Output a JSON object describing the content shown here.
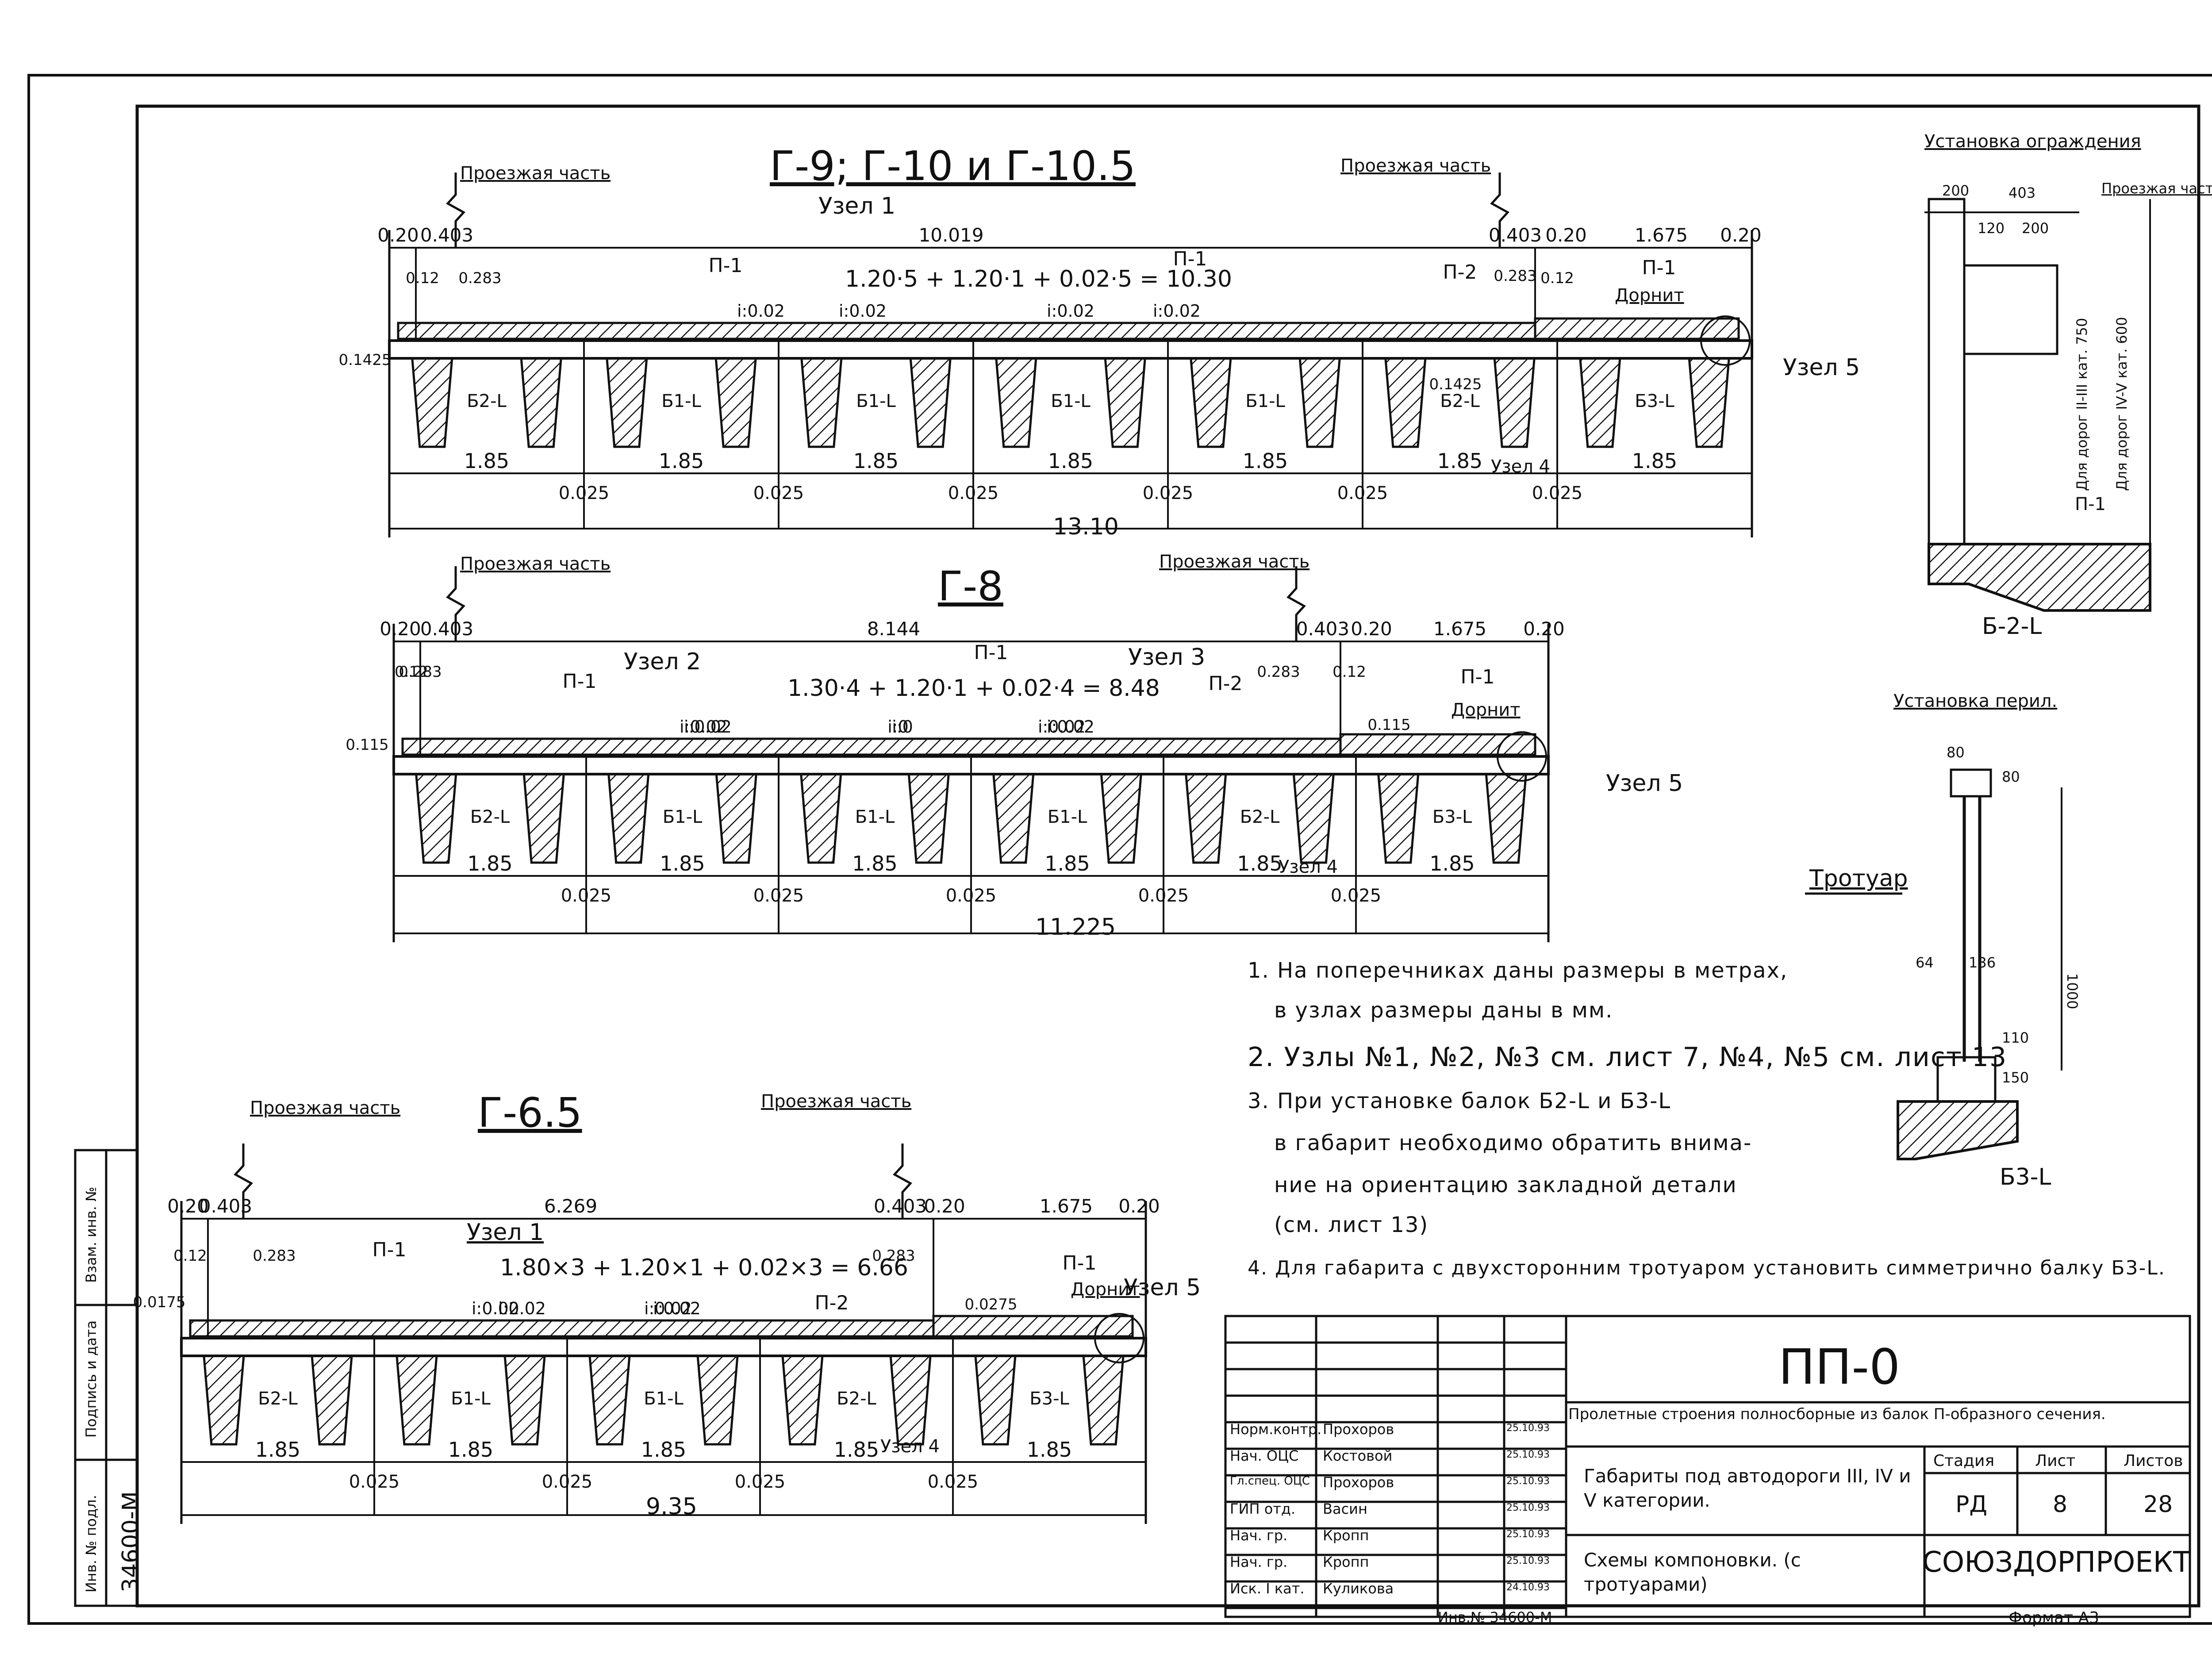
{
  "drawing_sheet": {
    "title_block": {
      "code": "ПП-0",
      "description": "Пролетные строения полносборные из балок П-образного сечения.",
      "subject": "Габариты под автодороги III, IV и V категории.",
      "sheet_title": "Схемы компоновки. (с тротуарами)",
      "stage_header": "Стадия",
      "sheet_header": "Лист",
      "sheets_header": "Листов",
      "stage_value": "РД",
      "sheet_value": "8",
      "sheets_value": "28",
      "company": "СОЮЗДОРПРОЕКТ",
      "format": "Формат А3",
      "archive_number": "Инв.№ 34600-М",
      "signatures": [
        {
          "role": "Норм.контр.",
          "name": "Прохоров",
          "date": "25.10.93"
        },
        {
          "role": "Нач. ОЦС",
          "name": "Костовой",
          "date": "25.10.93"
        },
        {
          "role": "Гл.спец. ОЦС",
          "name": "Прохоров",
          "date": "25.10.93"
        },
        {
          "role": "ГИП отд.",
          "name": "Васин",
          "date": "25.10.93"
        },
        {
          "role": "Нач. гр.",
          "name": "Кропп",
          "date": "25.10.93"
        },
        {
          "role": "Нач. гр.",
          "name": "Кропп",
          "date": "25.10.93"
        },
        {
          "role": "Иск. I кат.",
          "name": "Куликова",
          "date": "24.10.93"
        }
      ]
    },
    "side_stamp": {
      "inv_no_original": "Инв. № подл.",
      "signature_date": "Подпись и дата",
      "replaces_inv": "Взам. инв. №",
      "number": "34600-М"
    },
    "section_g9": {
      "title": "Г-9; Г-10 и Г-10.5",
      "roadway_left": "Проезжая часть",
      "roadway_right": "Проезжая часть",
      "node1": "Узел 1",
      "node4": "Узел 4",
      "node5": "Узел 5",
      "top_dims": [
        "0.20",
        "0.403",
        "10.019",
        "0.403",
        "0.20",
        "1.675",
        "0.20"
      ],
      "formula": "1.20·5 + 1.20·1 + 0.02·5 = 10.30",
      "slope_labels": [
        "i:0.02",
        "i:0.02",
        "i:0.02",
        "i:0.02"
      ],
      "plate_labels": [
        "П-1",
        "П-1",
        "П-2",
        "П-1"
      ],
      "curb_label": "Дорнит",
      "beam_labels": [
        "Б2-L",
        "Б1-L",
        "Б1-L",
        "Б1-L",
        "Б1-L",
        "Б2-L",
        "Б3-L"
      ],
      "small_dims": [
        "0.12",
        "0.283",
        "0.1425",
        "0.283",
        "0.12",
        "0.1425"
      ],
      "spans": [
        "1.85",
        "1.85",
        "1.85",
        "1.85",
        "1.85",
        "1.85",
        "1.85"
      ],
      "gaps": [
        "0.025",
        "0.025",
        "0.025",
        "0.025",
        "0.025",
        "0.025"
      ],
      "total": "13.10"
    },
    "section_g8": {
      "title": "Г-8",
      "roadway_left": "Проезжая часть",
      "roadway_right": "Проезжая часть",
      "node2": "Узел 2",
      "node3": "Узел 3",
      "node4": "Узел 4",
      "node5": "Узел 5",
      "top_dims": [
        "0.20",
        "0.403",
        "8.144",
        "0.403",
        "0.20",
        "1.675",
        "0.20"
      ],
      "formula": "1.30·4 + 1.20·1 + 0.02·4 = 8.48",
      "slope_labels": [
        "i:0.02",
        "i:0",
        "i:0.02",
        "i:0.02",
        "i:0",
        "i:0.02"
      ],
      "plate_labels": [
        "П-1",
        "П-1",
        "П-2",
        "П-1"
      ],
      "curb_label": "Дорнит",
      "beam_labels": [
        "Б2-L",
        "Б1-L",
        "Б1-L",
        "Б1-L",
        "Б2-L",
        "Б3-L"
      ],
      "small_dims": [
        "0.12",
        "0.283",
        "0.115",
        "0.283",
        "0.12",
        "0.115"
      ],
      "spans": [
        "1.85",
        "1.85",
        "1.85",
        "1.85",
        "1.85",
        "1.85"
      ],
      "gaps": [
        "0.025",
        "0.025",
        "0.025",
        "0.025",
        "0.025"
      ],
      "total": "11.225"
    },
    "section_g65": {
      "title": "Г-6.5",
      "roadway_left": "Проезжая часть",
      "roadway_right": "Проезжая часть",
      "node1": "Узел 1",
      "node4": "Узел 4",
      "node5": "Узел 5",
      "top_dims": [
        "0.20",
        "0.403",
        "6.269",
        "0.403",
        "0.20",
        "1.675",
        "0.20"
      ],
      "formula": "1.80×3 + 1.20×1 + 0.02×3 = 6.66",
      "slope_labels": [
        "i:0.02",
        "i:0.02",
        "i:0.02",
        "i:0.02"
      ],
      "plate_labels": [
        "П-1",
        "П-2",
        "П-1"
      ],
      "curb_label": "Дорнит",
      "beam_labels": [
        "Б2-L",
        "Б1-L",
        "Б1-L",
        "Б2-L",
        "Б3-L"
      ],
      "small_dims": [
        "0.12",
        "0.283",
        "0.0175",
        "0.283",
        "0.0275"
      ],
      "spans": [
        "1.85",
        "1.85",
        "1.85",
        "1.85",
        "1.85"
      ],
      "gaps": [
        "0.025",
        "0.025",
        "0.025",
        "0.025"
      ],
      "total": "9.35"
    },
    "detail_fence": {
      "title": "Установка ограждения",
      "dims": [
        "200",
        "403",
        "120",
        "200",
        "750",
        "600"
      ],
      "roadway": "Проезжая часть",
      "note_a": "Для дорог II-III кат. 750",
      "note_b": "Для дорог IV-V кат. 600",
      "plate": "П-1",
      "beam": "Б-2-L"
    },
    "detail_railing": {
      "title": "Установка перил.",
      "sidewalk": "Тротуар",
      "dims": [
        "80",
        "80",
        "1000",
        "64",
        "136",
        "110",
        "150"
      ],
      "beam": "Б3-L"
    },
    "notes": [
      "1. На поперечниках даны размеры в метрах,",
      "в узлах размеры даны в мм.",
      "2. Узлы №1, №2, №3 см. лист 7, №4, №5 см. лист 13",
      "3. При установке балок Б2-L и Б3-L",
      "в габарит необходимо обратить внима-",
      "ние на ориентацию закладной детали",
      "(см. лист 13)",
      "4. Для габарита с двухсторонним тротуаром установить симметрично балку Б3-L."
    ]
  }
}
